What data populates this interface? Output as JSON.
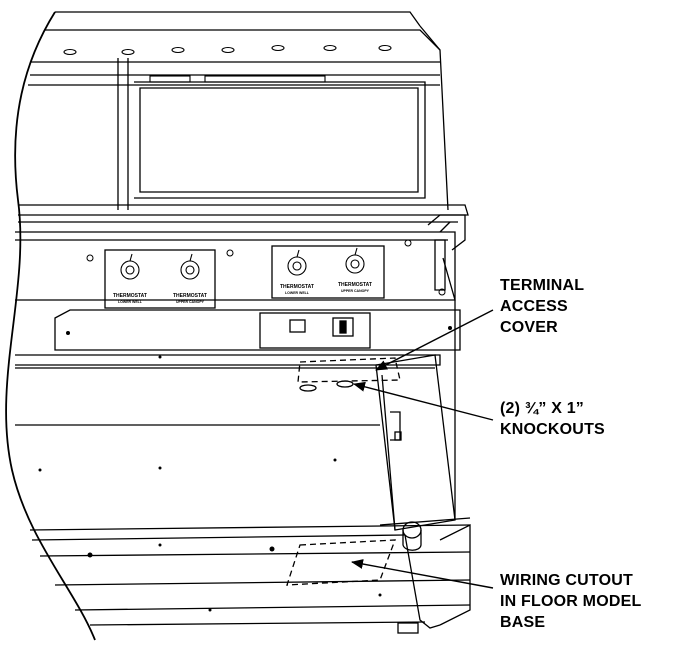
{
  "callouts": {
    "terminal_access_cover": [
      "TERMINAL",
      "ACCESS",
      "COVER"
    ],
    "knockouts": [
      "(2) ¾” X 1”",
      "KNOCKOUTS"
    ],
    "wiring_cutout": [
      "WIRING CUTOUT",
      "IN FLOOR MODEL",
      "BASE"
    ]
  },
  "thermostats": [
    {
      "label": "THERMOSTAT",
      "sub": "LOWER WELL"
    },
    {
      "label": "THERMOSTAT",
      "sub": "UPPER CANOPY"
    },
    {
      "label": "THERMOSTAT",
      "sub": "LOWER WELL"
    },
    {
      "label": "THERMOSTAT",
      "sub": "UPPER CANOPY"
    }
  ],
  "colors": {
    "line": "#000000",
    "paper": "#ffffff"
  }
}
